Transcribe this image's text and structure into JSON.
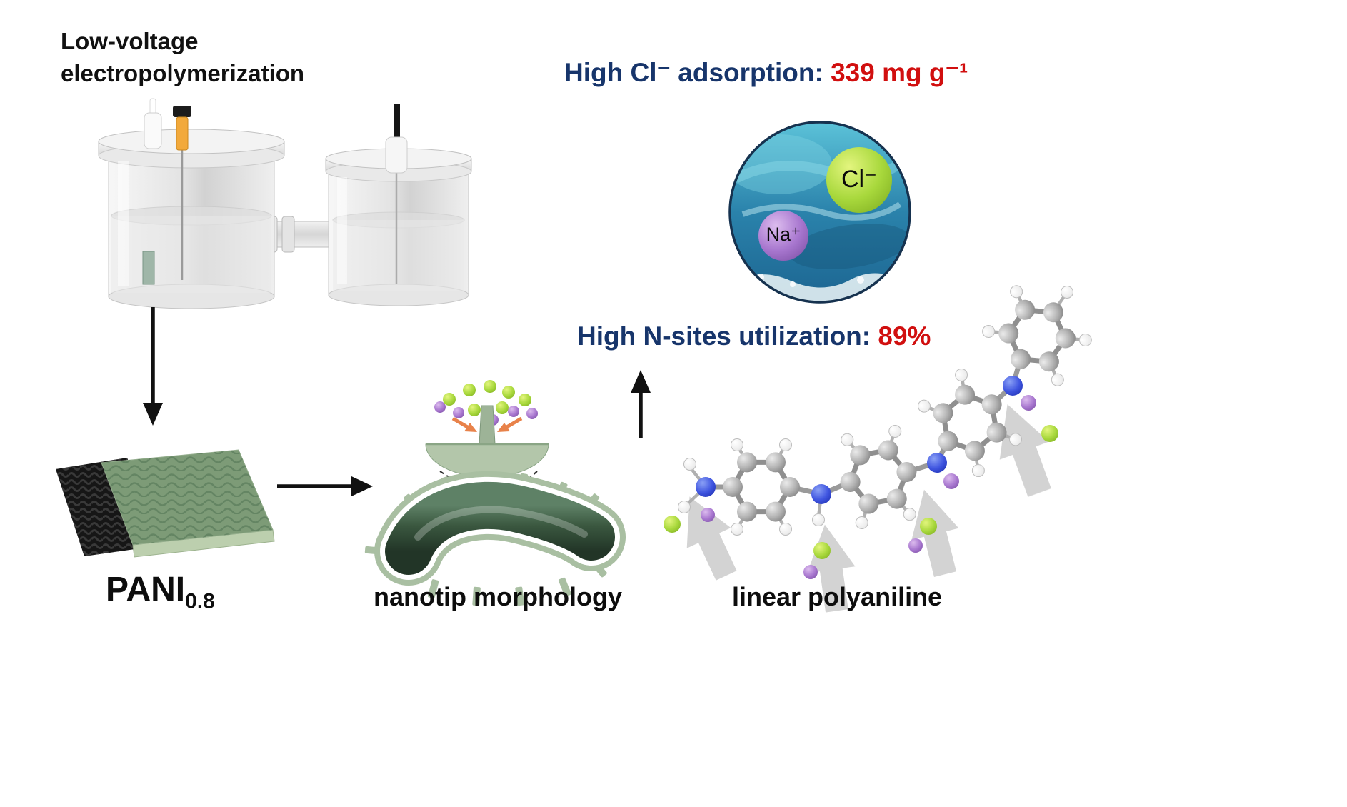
{
  "palette": {
    "headline_navy": "#17356b",
    "headline_red": "#d10f0f",
    "film_green": "#7d9b77",
    "nanorod_dark_green": "#2c4634",
    "shell_sage": "#a9bfa2",
    "chloride_green": "#a8d83c",
    "sodium_purple": "#a877cf",
    "nitrogen_blue": "#3f55e0",
    "ocean_blue": "#2a82ab"
  },
  "title": {
    "text": "Low-voltage\nelectropolymerization"
  },
  "film": {
    "name": "PANI",
    "subscript": "0.8"
  },
  "captions": {
    "nanotip": "nanotip morphology",
    "molecule": "linear polyaniline"
  },
  "metrics": {
    "adsorption_label": "High Cl⁻ adsorption: ",
    "adsorption_value": "339 mg g⁻¹",
    "utilization_label": "High N-sites utilization: ",
    "utilization_value": "89%"
  },
  "ions": {
    "chloride": "Cl⁻",
    "sodium": "Na⁺"
  }
}
